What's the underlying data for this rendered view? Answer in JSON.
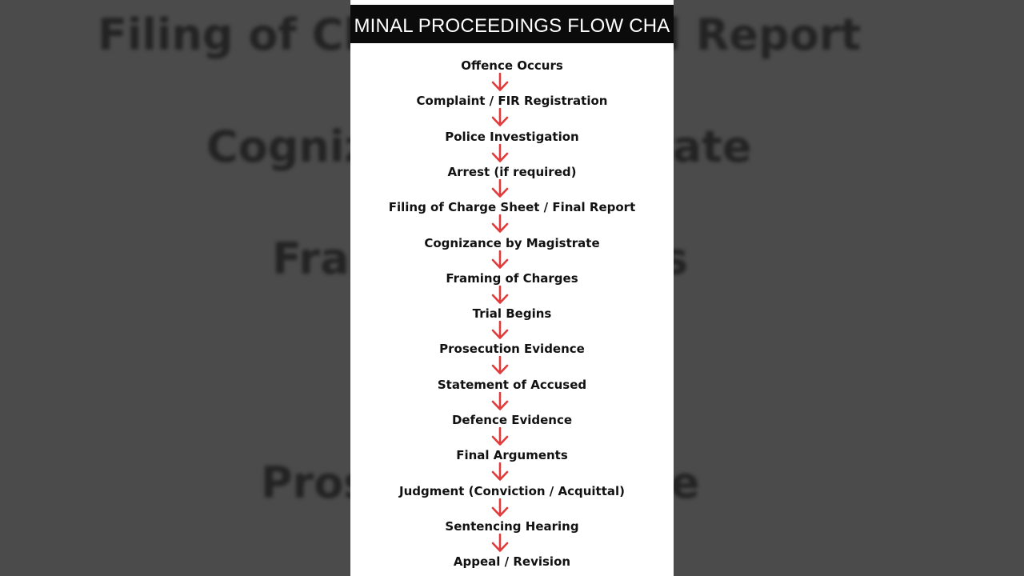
{
  "background": {
    "left_fragments": [
      "Filing of Cha",
      "Cogniz",
      "Frar",
      "Pros"
    ],
    "right_fragments": [
      "al Report",
      "rate",
      "s",
      "te"
    ]
  },
  "header": {
    "title": "MINAL PROCEEDINGS FLOW CHA"
  },
  "flow": {
    "steps": [
      "Offence Occurs",
      "Complaint / FIR Registration",
      "Police Investigation",
      "Arrest (if required)",
      "Filing of Charge Sheet / Final Report",
      "Cognizance by Magistrate",
      "Framing of Charges",
      "Trial Begins",
      "Prosecution Evidence",
      "Statement of Accused",
      "Defence Evidence",
      "Final Arguments",
      "Judgment (Conviction / Acquittal)",
      "Sentencing Hearing",
      "Appeal / Revision"
    ],
    "arrow_color": "#e03a3a"
  }
}
